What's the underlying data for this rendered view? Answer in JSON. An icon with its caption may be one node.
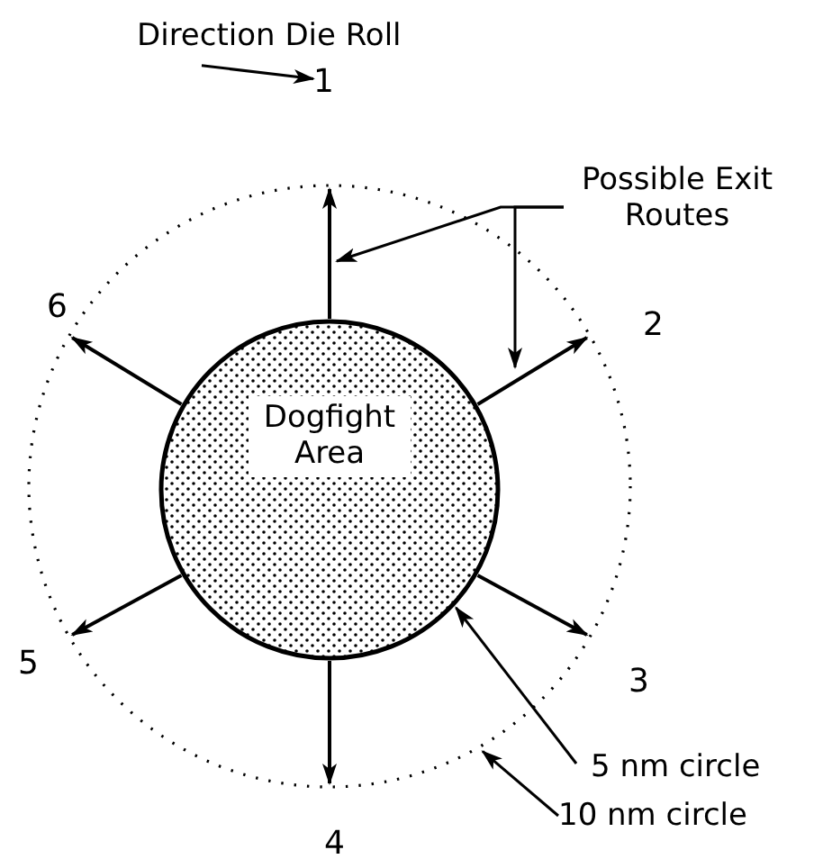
{
  "diagram": {
    "nodes": [
      {
        "text": [],
        "shape": "circle"
      },
      {
        "text": [
          "Dogfight Area"
        ],
        "in": 0
      },
      {
        "text": [
          "Direction Die Roll"
        ]
      },
      {
        "text": [
          "1"
        ]
      },
      {
        "text": [
          "Possible Exit Routes"
        ]
      },
      {
        "text": [
          "5 nm circle"
        ]
      },
      {
        "text": [
          "10 nm circle"
        ]
      }
    ],
    "edges": [
      {
        "from": 1,
        "to": 0,
        "arrow": "to"
      },
      {
        "from": 1,
        "to": 0,
        "arrow": "to"
      },
      {
        "from": 1,
        "to": 0,
        "arrow": "to"
      },
      {
        "from": 1,
        "to": 0,
        "arrow": "to"
      },
      {
        "from": 1,
        "to": 0,
        "arrow": "to"
      },
      {
        "from": 1,
        "to": 0,
        "arrow": "to"
      },
      {
        "from": 2,
        "to": 3,
        "arrow": "to"
      },
      {
        "from": 4,
        "to": null,
        "arrow": "to"
      },
      {
        "from": 4,
        "to": null,
        "arrow": "to"
      },
      {
        "from": 5,
        "to": 1,
        "arrow": "to"
      },
      {
        "from": 6,
        "to": 0,
        "arrow": "to"
      }
    ],
    "labels": [
      "6",
      "2",
      "5",
      "3",
      "4"
    ]
  }
}
